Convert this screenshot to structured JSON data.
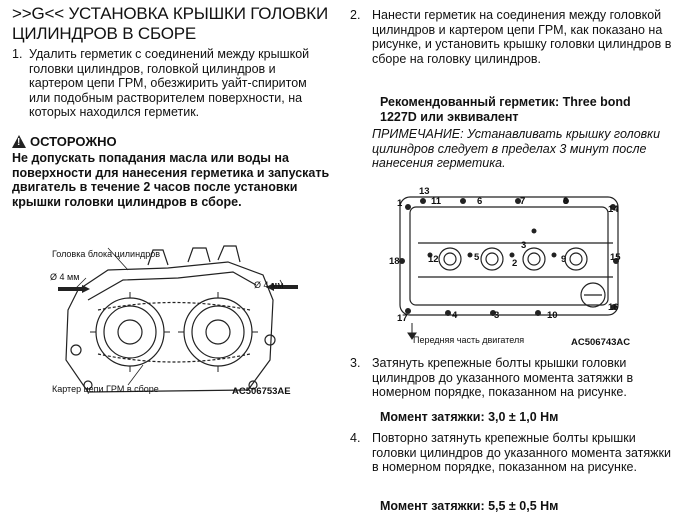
{
  "left": {
    "title": ">>G<< УСТАНОВКА КРЫШКИ ГОЛОВКИ ЦИЛИНДРОВ В СБОРЕ",
    "step1": {
      "num": "1.",
      "text": "Удалить герметик с соединений между крышкой головки цилиндров, головкой цилиндров и картером цепи ГРМ, обезжирить уайт-спиритом или подобным растворителем поверхности, на которых находился герметик."
    },
    "caution": {
      "label": "ОСТОРОЖНО",
      "text": "Не допускать попадания масла или воды на поверхности для нанесения герметика и запускать двигатель в течение 2 часов после установки крышки головки цилиндров в сборе."
    },
    "figure": {
      "label_head": "Головка блока цилиндров",
      "label_d_left": "Ø 4 мм",
      "label_d_right": "Ø 4 мм",
      "label_timing": "Картер цепи ГРМ в сборе",
      "code": "AC506753AE"
    }
  },
  "right": {
    "step2": {
      "num": "2.",
      "text": "Нанести герметик на соединения между головкой цилиндров и картером цепи ГРМ, как показано на рисунке, и установить крышку головки цилиндров в сборе на головку цилиндров."
    },
    "sealant": "Рекомендованный герметик: Three bond 1227D или эквивалент",
    "note": "ПРИМЕЧАНИЕ: Устанавливать крышку головки цилиндров следует в пределах 3 минут после нанесения герметика.",
    "figure": {
      "numbers": [
        "1",
        "2",
        "3",
        "4",
        "5",
        "6",
        "7",
        "8",
        "9",
        "10",
        "11",
        "12",
        "13",
        "14",
        "15",
        "16",
        "17",
        "18"
      ],
      "front_label": "Передняя часть двигателя",
      "code": "AC506743AC"
    },
    "step3": {
      "num": "3.",
      "text": "Затянуть крепежные болты крышки головки цилиндров до указанного момента затяжки в номерном порядке, показанном на рисунке."
    },
    "torque1": "Момент затяжки: 3,0 ± 1,0 Нм",
    "step4": {
      "num": "4.",
      "text": "Повторно затянуть крепежные болты крышки головки цилиндров до указанного момента затяжки в номерном порядке, показанном на рисунке."
    },
    "torque2": "Момент затяжки: 5,5 ± 0,5 Нм"
  }
}
